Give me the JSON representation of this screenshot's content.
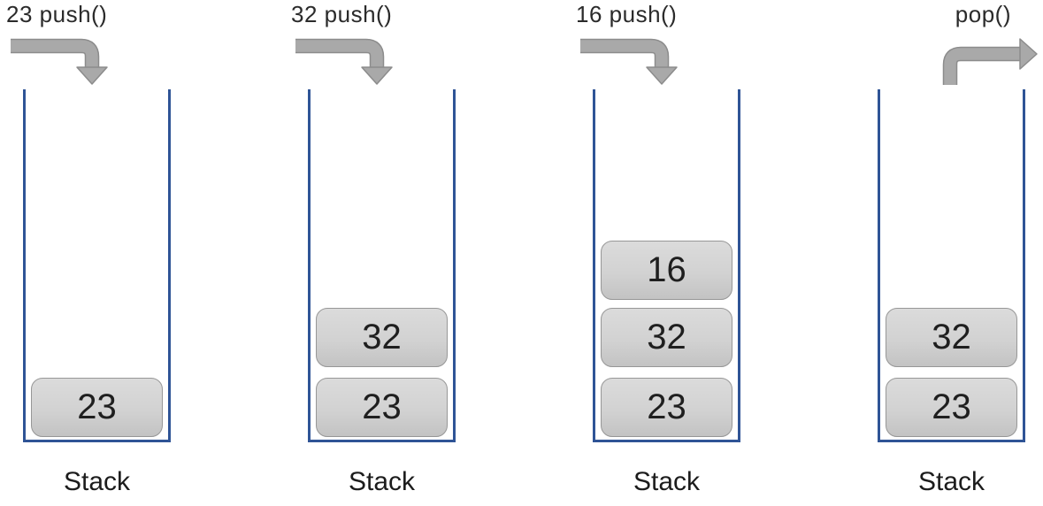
{
  "diagram": {
    "description_labels": {
      "caption": "Stack"
    },
    "colors": {
      "container_border": "#2f5496",
      "arrow_fill": "#a9a9a9",
      "arrow_outline": "#8c8c8c",
      "item_fill_top": "#dbdbdb",
      "item_fill_bottom": "#c3c3c3",
      "item_border": "#979797",
      "label_text": "#2b2b2b",
      "item_text": "#1f1f1f"
    },
    "panels": [
      {
        "operation_label": "23 push()",
        "arrow_icon": "elbow-arrow-down",
        "caption": "Stack",
        "items_bottom_to_top": [
          "23"
        ]
      },
      {
        "operation_label": "32 push()",
        "arrow_icon": "elbow-arrow-down",
        "caption": "Stack",
        "items_bottom_to_top": [
          "23",
          "32"
        ]
      },
      {
        "operation_label": "16 push()",
        "arrow_icon": "elbow-arrow-down",
        "caption": "Stack",
        "items_bottom_to_top": [
          "23",
          "32",
          "16"
        ]
      },
      {
        "operation_label": "pop()",
        "arrow_icon": "elbow-arrow-right",
        "caption": "Stack",
        "items_bottom_to_top": [
          "23",
          "32"
        ]
      }
    ]
  }
}
